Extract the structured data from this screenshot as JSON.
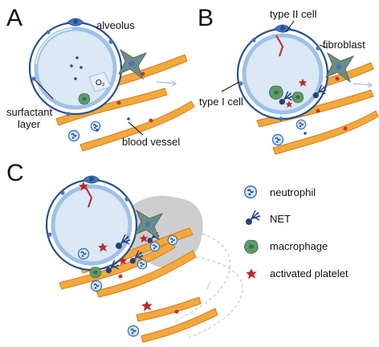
{
  "panels": {
    "a": {
      "letter": "A"
    },
    "b": {
      "letter": "B"
    },
    "c": {
      "letter": "C"
    }
  },
  "labels": {
    "alveolus": "alveolus",
    "o2": "O₂",
    "surfactant_line1": "surfactant",
    "surfactant_line2": "layer",
    "blood_vessel": "blood vessel",
    "type2_cell": "type II cell",
    "fibroblast": "fibroblast",
    "type1_cell": "type I cell"
  },
  "legend": {
    "neutrophil": "neutrophil",
    "net": "NET",
    "macrophage": "macrophage",
    "activated_platelet": "activated platelet"
  },
  "colors": {
    "alveolus_fill": "#dbe8f6",
    "alveolus_ring": "#9ec1e6",
    "membrane": "#27508f",
    "cell_blue": "#3e78be",
    "vessel_fill": "#f2a93b",
    "vessel_edge": "#d9761e",
    "endothelial_red": "#c0392b",
    "macrophage": "#5e9a6a",
    "fibroblast": "#6e8c86",
    "platelet": "#c0282c",
    "net": "#28407a",
    "edema_gray": "#bdbdbd"
  }
}
